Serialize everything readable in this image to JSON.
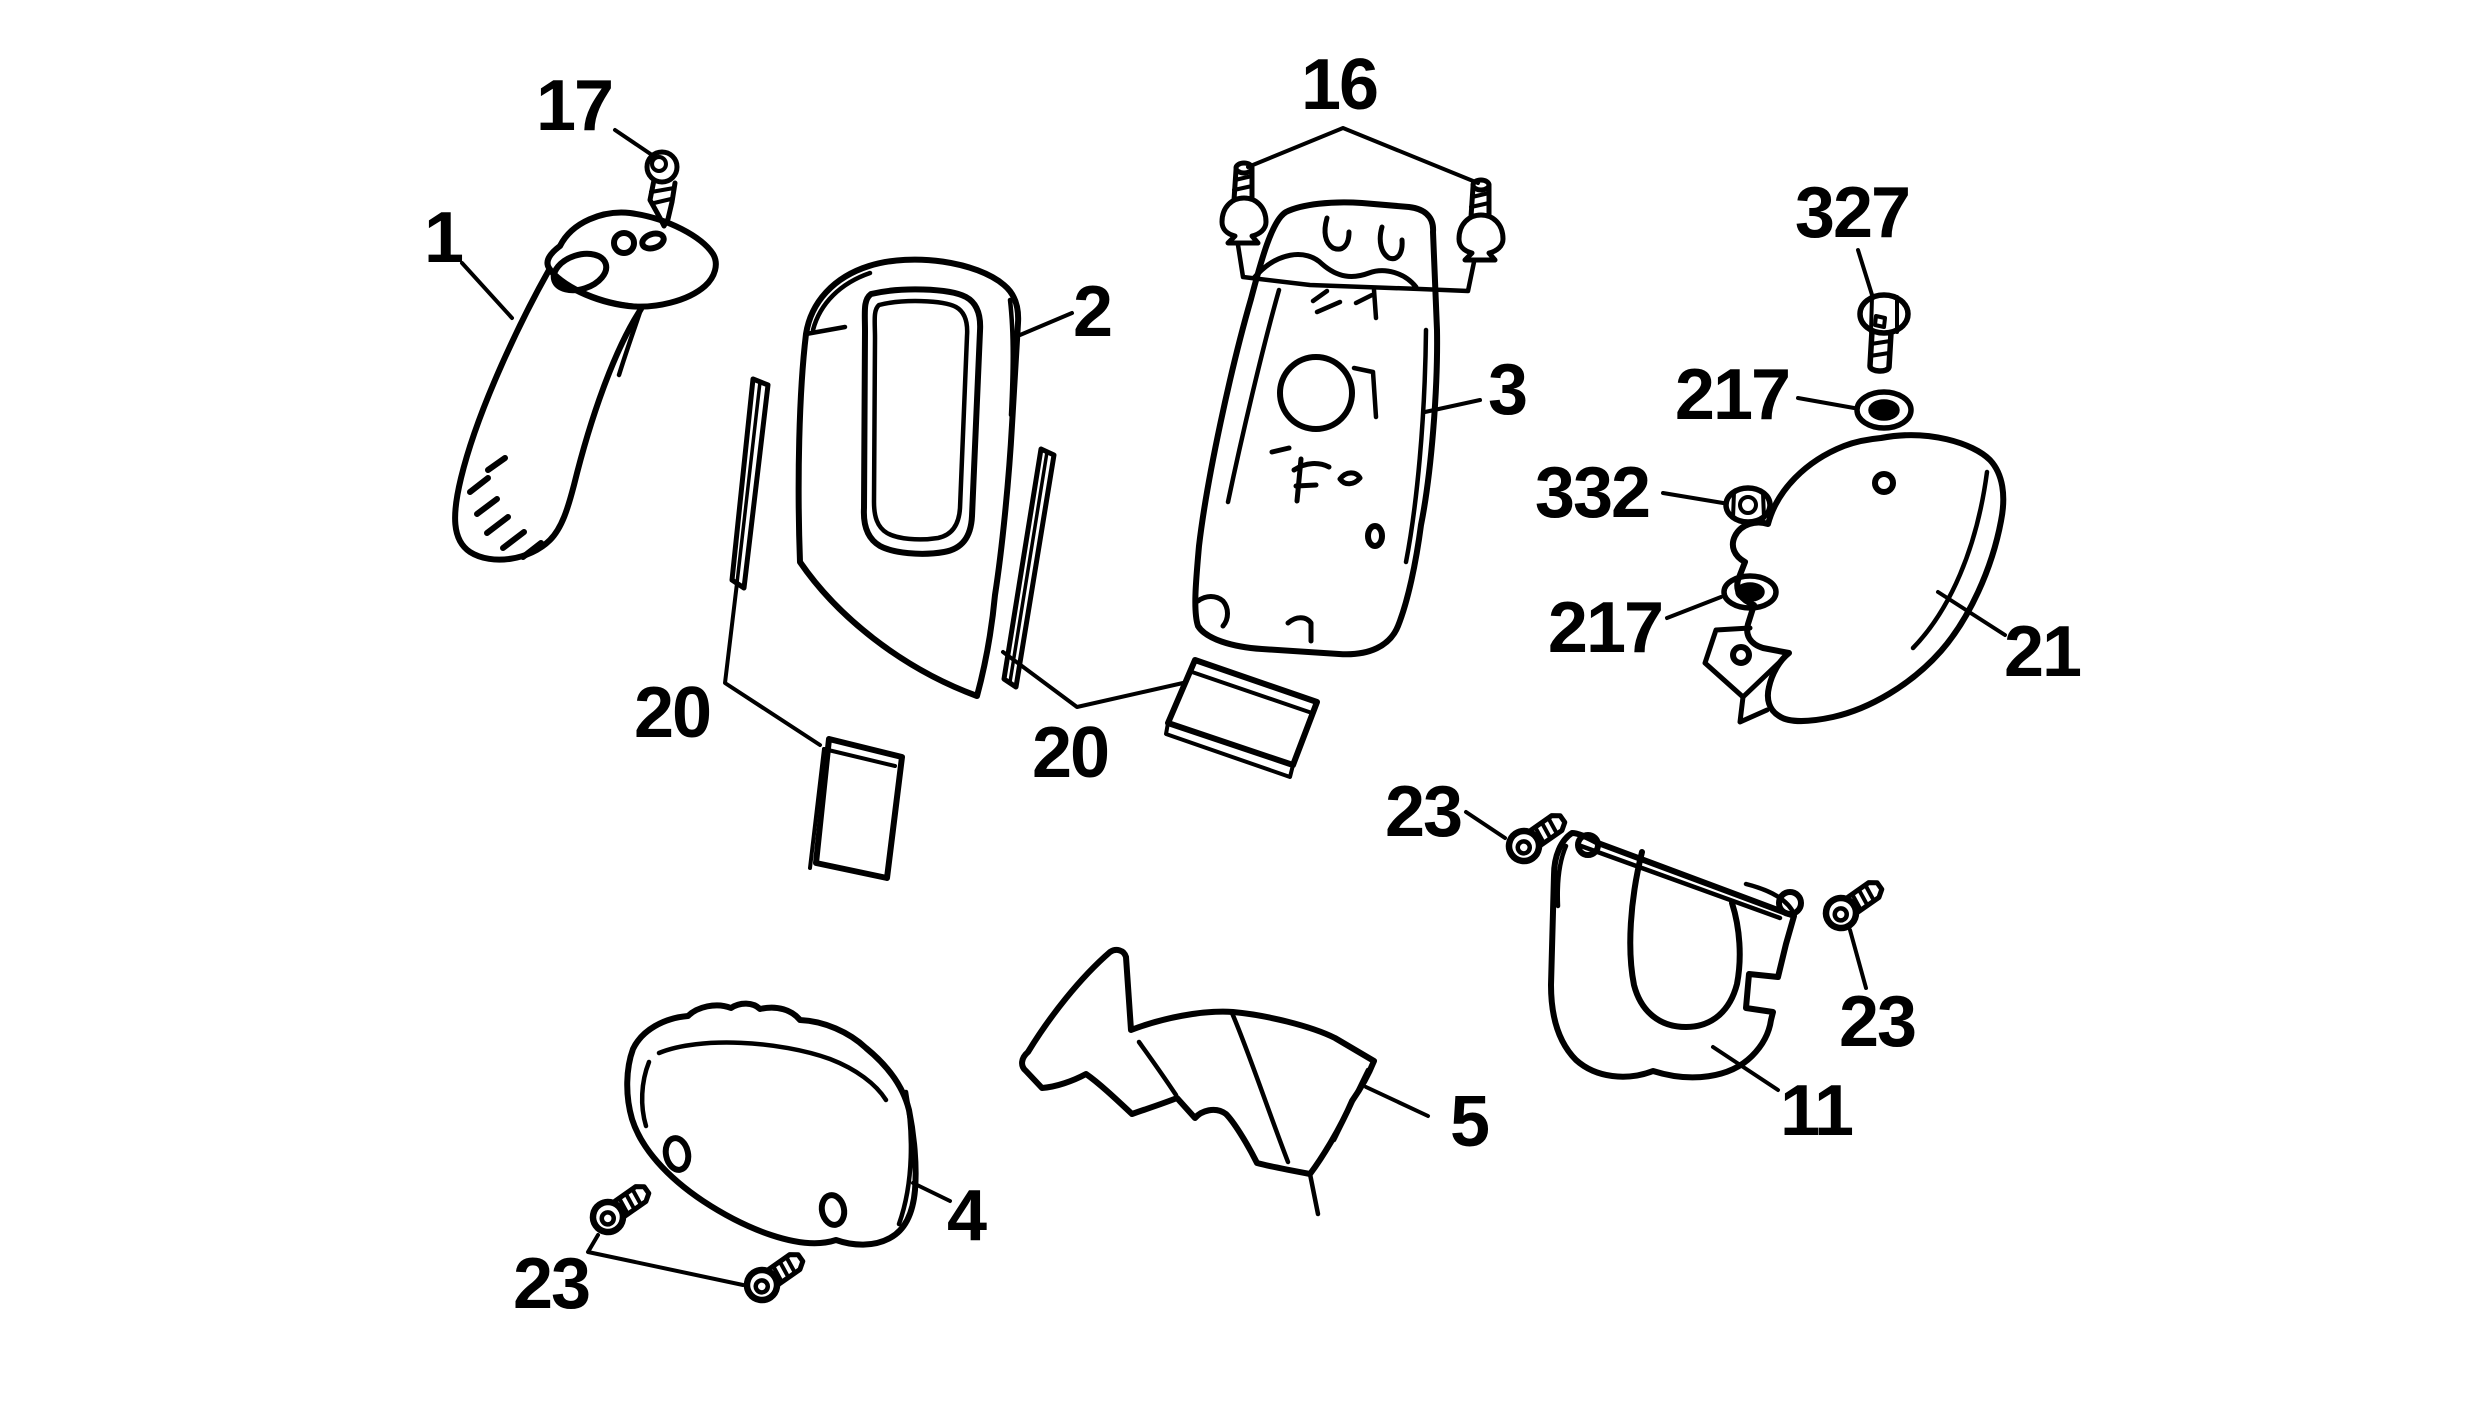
{
  "figure": {
    "kind": "exploded-parts-diagram",
    "colors": {
      "background": "#ffffff",
      "line": "#000000"
    },
    "callouts": [
      {
        "text": "17"
      },
      {
        "text": "1"
      },
      {
        "text": "2"
      },
      {
        "text": "16"
      },
      {
        "text": "3"
      },
      {
        "text": "327"
      },
      {
        "text": "217"
      },
      {
        "text": "332"
      },
      {
        "text": "217"
      },
      {
        "text": "21"
      },
      {
        "text": "20"
      },
      {
        "text": "20"
      },
      {
        "text": "23"
      },
      {
        "text": "23"
      },
      {
        "text": "11"
      },
      {
        "text": "5"
      },
      {
        "text": "4"
      },
      {
        "text": "23"
      }
    ]
  }
}
